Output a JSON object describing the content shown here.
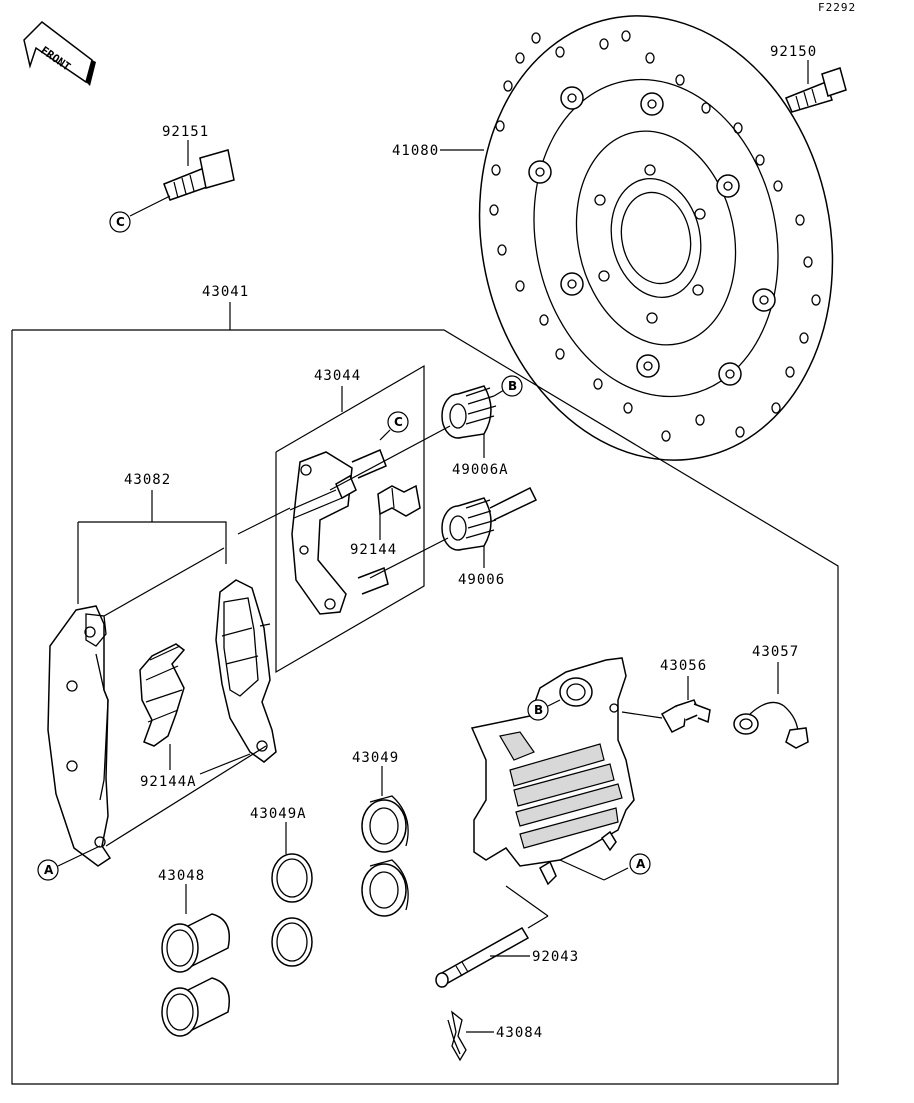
{
  "figure_code": "F2292",
  "front_label": "FRONT",
  "parts": {
    "p41080": "41080",
    "p92150": "92150",
    "p92151": "92151",
    "p43041": "43041",
    "p43044": "43044",
    "p43082": "43082",
    "p92144": "92144",
    "p92144A": "92144A",
    "p49006A": "49006A",
    "p49006": "49006",
    "p43056": "43056",
    "p43057": "43057",
    "p43049": "43049",
    "p43049A": "43049A",
    "p43048": "43048",
    "p92043": "92043",
    "p43084": "43084"
  },
  "callouts": {
    "A": "A",
    "B": "B",
    "C": "C"
  },
  "colors": {
    "line": "#000000",
    "background": "#ffffff"
  }
}
